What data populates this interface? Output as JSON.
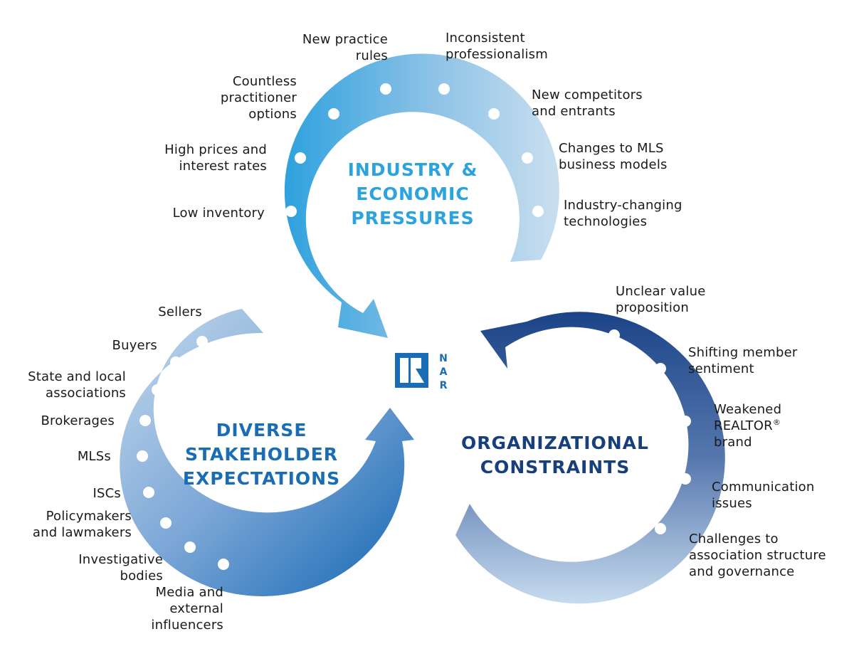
{
  "colors": {
    "industry_title": "#2aa3df",
    "stakeholder_title": "#1a6db5",
    "organizational_title": "#173f7c",
    "industry_arc_start": "#2ea1de",
    "industry_arc_end": "#c4dcee",
    "stakeholder_arc_start": "#c3d9ec",
    "stakeholder_arc_end": "#1569b4",
    "organizational_arc_start": "#c3d8ec",
    "organizational_arc_end": "#1d4a8c",
    "logo_blue": "#1a6db5",
    "label_text": "#1a1a1a"
  },
  "logo": {
    "mark": "R",
    "letters": [
      "N",
      "A",
      "R"
    ]
  },
  "cycles": {
    "industry": {
      "title_lines": [
        "INDUSTRY &",
        "ECONOMIC",
        "PRESSURES"
      ],
      "items": [
        {
          "lines": [
            "Low inventory"
          ]
        },
        {
          "lines": [
            "High prices and",
            "interest rates"
          ]
        },
        {
          "lines": [
            "Countless",
            "practitioner",
            "options"
          ]
        },
        {
          "lines": [
            "New practice",
            "rules"
          ]
        },
        {
          "lines": [
            "Inconsistent",
            "professionalism"
          ]
        },
        {
          "lines": [
            "New competitors",
            "and entrants"
          ]
        },
        {
          "lines": [
            "Changes to MLS",
            "business models"
          ]
        },
        {
          "lines": [
            "Industry-changing",
            "technologies"
          ]
        }
      ]
    },
    "stakeholder": {
      "title_lines": [
        "DIVERSE",
        "STAKEHOLDER",
        "EXPECTATIONS"
      ],
      "items": [
        {
          "lines": [
            "Sellers"
          ]
        },
        {
          "lines": [
            "Buyers"
          ]
        },
        {
          "lines": [
            "State and local",
            "associations"
          ]
        },
        {
          "lines": [
            "Brokerages"
          ]
        },
        {
          "lines": [
            "MLSs"
          ]
        },
        {
          "lines": [
            "ISCs"
          ]
        },
        {
          "lines": [
            "Policymakers",
            "and lawmakers"
          ]
        },
        {
          "lines": [
            "Investigative",
            "bodies"
          ]
        },
        {
          "lines": [
            "Media and",
            "external",
            "influencers"
          ]
        }
      ]
    },
    "organizational": {
      "title_lines": [
        "ORGANIZATIONAL",
        "CONSTRAINTS"
      ],
      "items": [
        {
          "lines": [
            "Unclear value",
            "proposition"
          ]
        },
        {
          "lines": [
            "Shifting member",
            "sentiment"
          ]
        },
        {
          "lines": [
            "Weakened",
            "REALTOR",
            "brand"
          ],
          "superscript": "®"
        },
        {
          "lines": [
            "Communication",
            "issues"
          ]
        },
        {
          "lines": [
            "Challenges to",
            "association structure",
            "and governance"
          ]
        }
      ]
    }
  }
}
